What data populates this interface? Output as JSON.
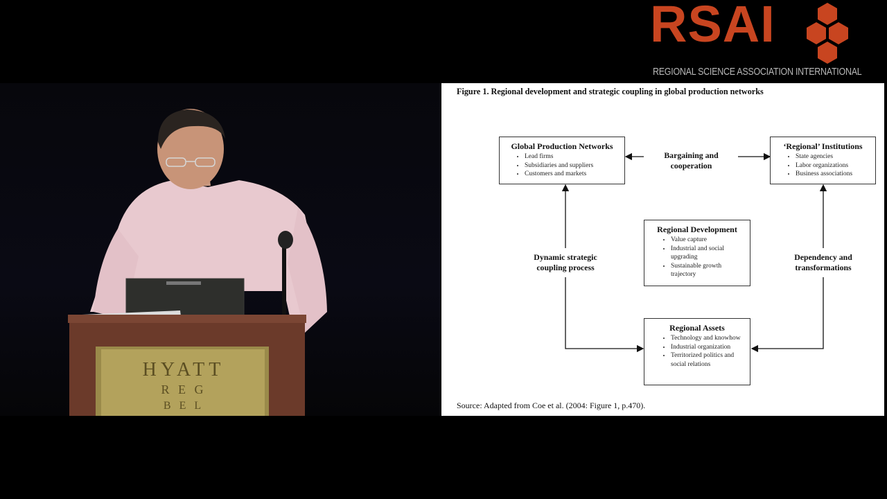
{
  "logo": {
    "wordmark": "RSAI",
    "subtitle": "REGIONAL SCIENCE ASSOCIATION INTERNATIONAL",
    "brand_color": "#c84520"
  },
  "speaker_video": {
    "podium_sign": [
      "HYATT",
      "R E G",
      "B E L"
    ]
  },
  "slide": {
    "figure_title": "Figure 1. Regional development and strategic coupling in global production networks",
    "source": "Source: Adapted from Coe et al. (2004: Figure 1, p.470).",
    "boxes": {
      "gpn": {
        "title": "Global Production Networks",
        "items": [
          "Lead firms",
          "Subsidiaries and suppliers",
          "Customers and markets"
        ]
      },
      "institutions": {
        "title": "‘Regional’ Institutions",
        "items": [
          "State agencies",
          "Labor organizations",
          "Business associations"
        ]
      },
      "development": {
        "title": "Regional Development",
        "items": [
          "Value capture",
          "Industrial and social upgrading",
          "Sustainable growth trajectory"
        ]
      },
      "assets": {
        "title": "Regional Assets",
        "items": [
          "Technology and knowhow",
          "Industrial organization",
          "Territorized politics and social relations"
        ]
      }
    },
    "labels": {
      "bargaining": "Bargaining and cooperation",
      "dynamic": "Dynamic strategic coupling process",
      "dependency": "Dependency and transformations"
    }
  }
}
